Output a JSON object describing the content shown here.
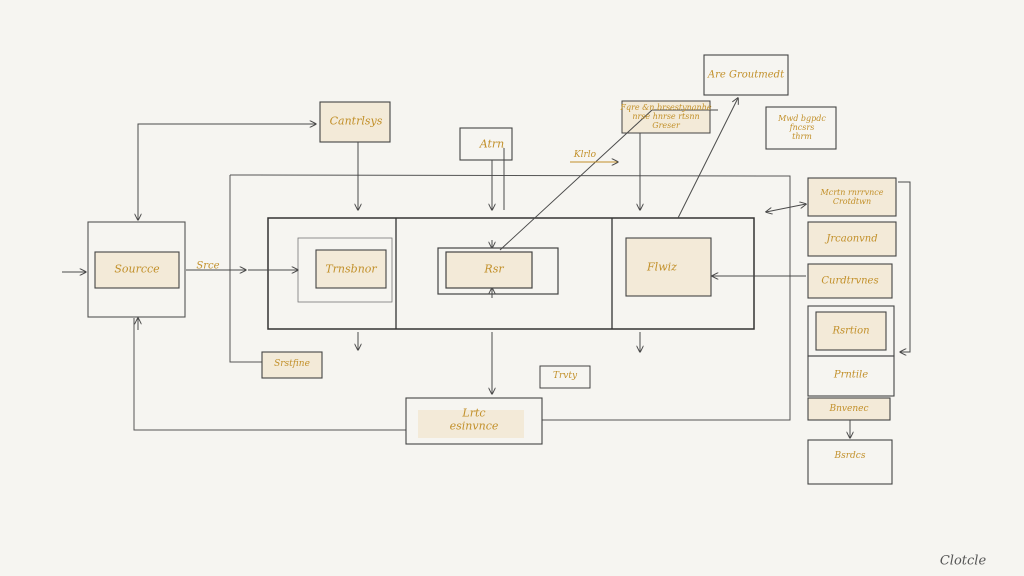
{
  "diagram": {
    "ink_color": "#4a4a4a",
    "label_color": "#c2902a",
    "box_fill": "#f3ead8",
    "labels": {
      "source": "Sourcce",
      "input": "Srce",
      "transform": "Trnsbnor",
      "core": "Rsr",
      "flow": "Flwiz",
      "controls": "Cantrlsys",
      "action": "Atrn",
      "note_top": "Fqre &n brsestynanhe\nnrse hnrse rtsnn\nGreser",
      "output_top": "Are Groutmedt",
      "note_right": "Mwd bgpdc\nfncsrs\nthrm",
      "side1": "Mcrtn rnrrvnce\nCrotdtwn",
      "side2": "Jrcaonvnd",
      "side3": "Curdtrvnes",
      "side4": "Rsrtion",
      "side5": "Prntile",
      "side6": "Bnvenec",
      "side7": "Bsrdcs",
      "bottom_left": "Srstfine",
      "bottom_mid": "Lrtc\nesinvnce",
      "bottom_note": "Trvty",
      "arrow_note": "Klrlo",
      "signature": "Clotcle"
    }
  }
}
